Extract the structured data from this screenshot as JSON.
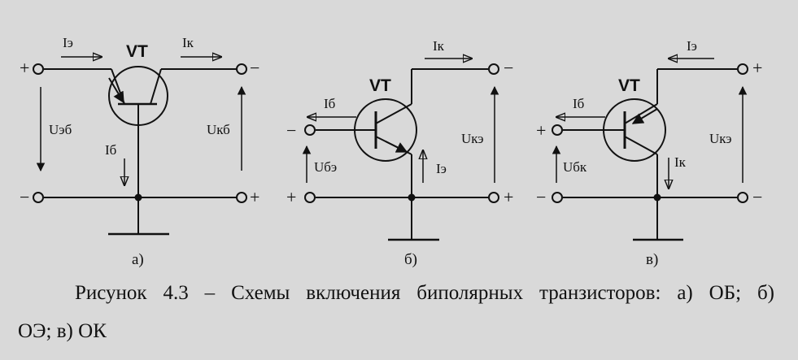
{
  "transistor_label": "VT",
  "currents": {
    "emitter": "Iэ",
    "collector": "Iк",
    "base": "Iб"
  },
  "voltages": {
    "ueb": "Uэб",
    "ukb": "Uкб",
    "ube": "Uбэ",
    "uke": "Uкэ",
    "ubk": "Uбк"
  },
  "polarity": {
    "plus": "+",
    "minus": "−"
  },
  "circuit_labels": [
    "а)",
    "б)",
    "в)"
  ],
  "caption": {
    "line1": "Рисунок 4.3 – Схемы включения биполярных транзисторов: а) ОБ; б)",
    "line2": "ОЭ; в) ОК"
  },
  "colors": {
    "background": "#d9d9d9",
    "ink": "#111111"
  }
}
